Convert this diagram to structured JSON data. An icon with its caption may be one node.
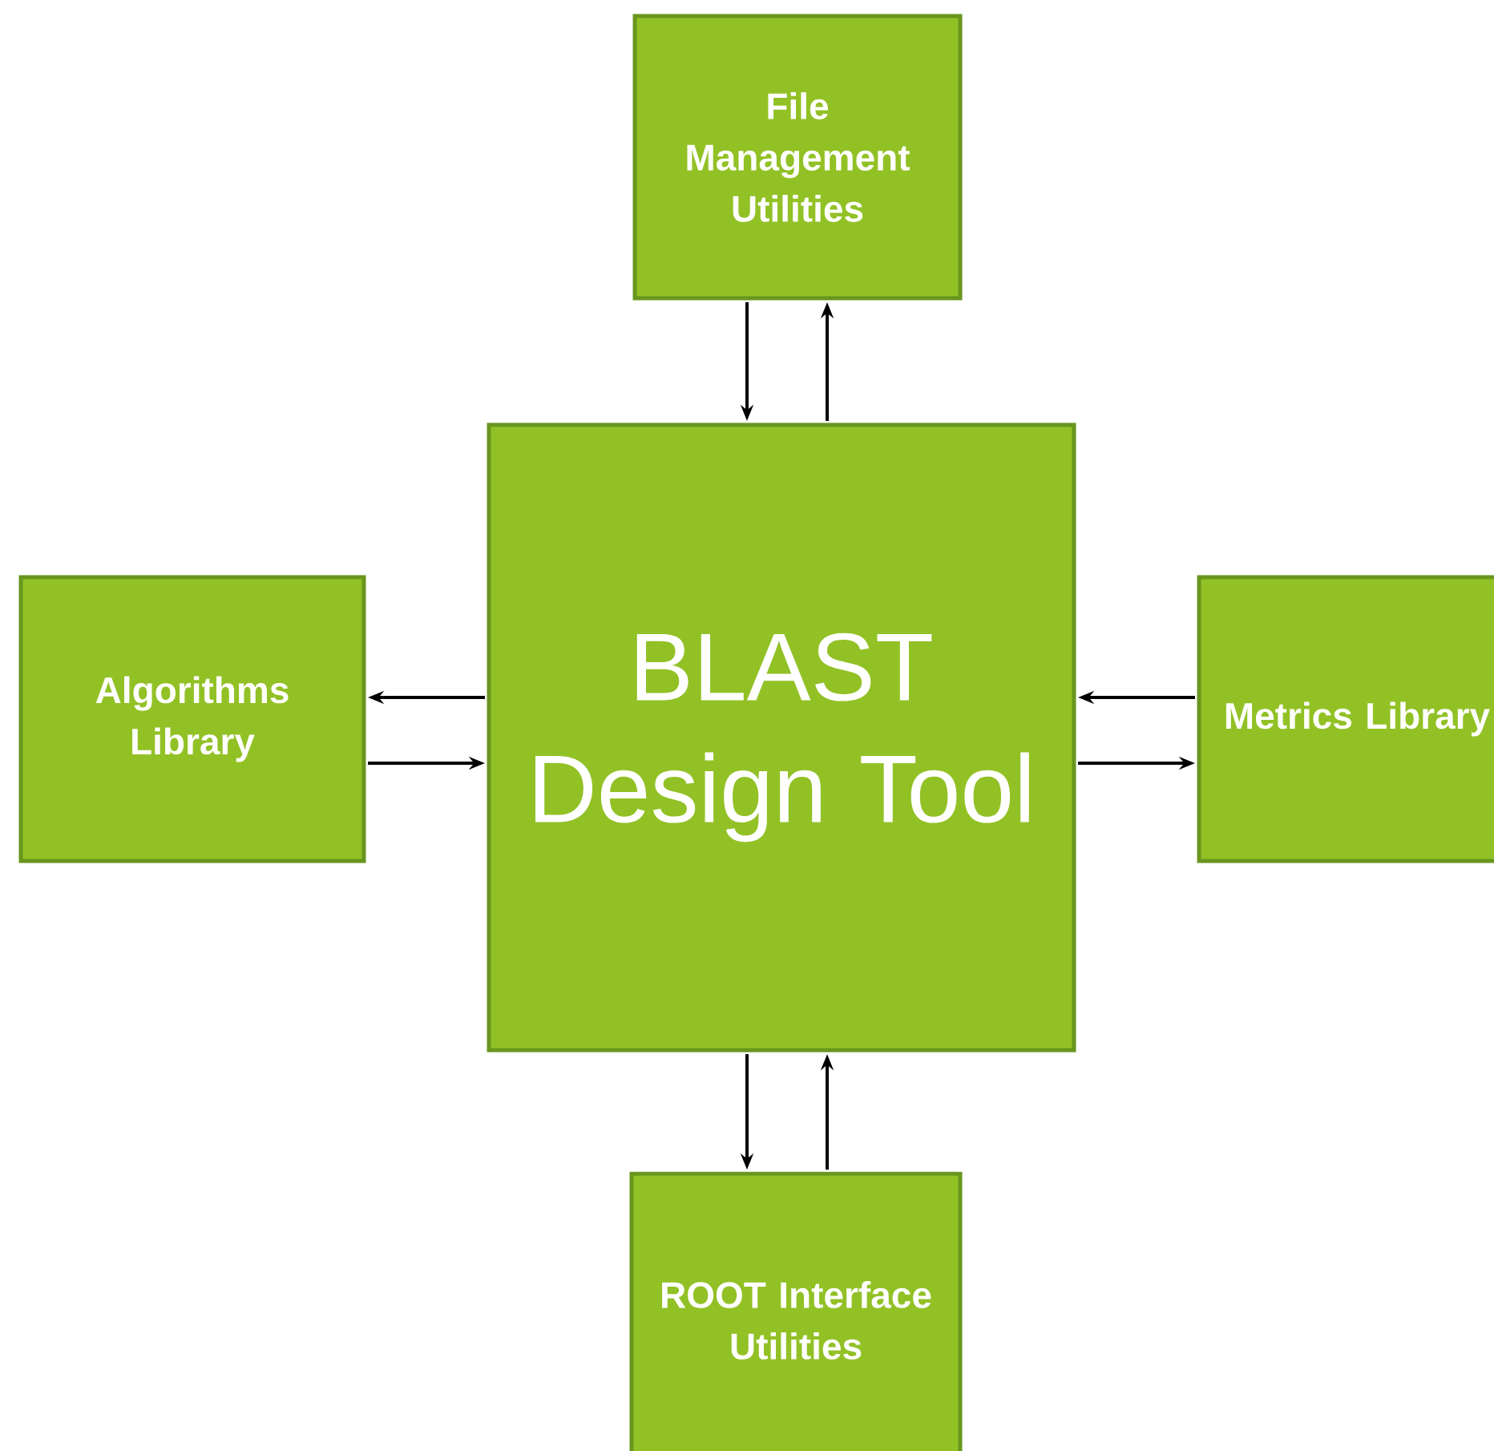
{
  "diagram": {
    "nodes": [
      {
        "text": [
          "BLAST Design Tool"
        ]
      },
      {
        "text": [
          "File Management Utilities"
        ]
      },
      {
        "text": [
          "Algorithms Library"
        ]
      },
      {
        "text": [
          "Metrics Library"
        ]
      },
      {
        "text": [
          "ROOT Interface Utilities"
        ]
      }
    ],
    "edges": [
      {
        "from": 1,
        "to": 0,
        "arrow": "to"
      },
      {
        "from": 0,
        "to": 1,
        "arrow": "to"
      },
      {
        "from": 0,
        "to": 2,
        "arrow": "to"
      },
      {
        "from": 2,
        "to": 0,
        "arrow": "to"
      },
      {
        "from": 3,
        "to": 0,
        "arrow": "to"
      },
      {
        "from": 0,
        "to": 3,
        "arrow": "to"
      },
      {
        "from": 0,
        "to": 4,
        "arrow": "to"
      },
      {
        "from": 4,
        "to": 0,
        "arrow": "to"
      }
    ]
  }
}
